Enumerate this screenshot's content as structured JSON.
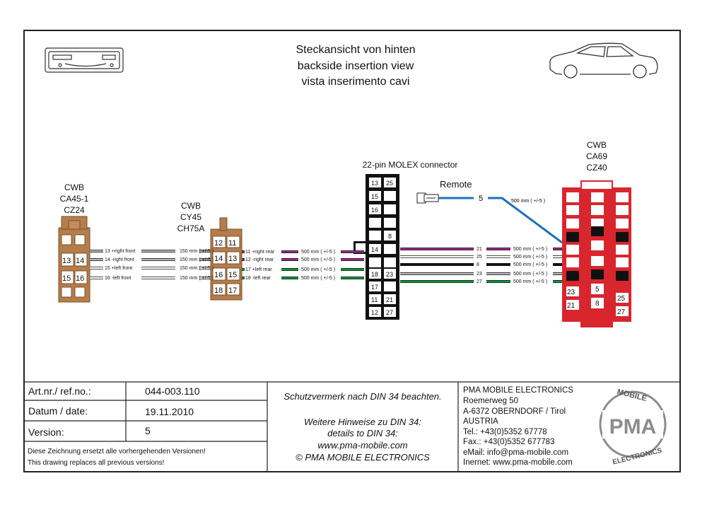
{
  "header": {
    "title_de": "Steckansicht von hinten",
    "title_en": "backside insertion view",
    "title_it": "vista inserimento cavi"
  },
  "connector_a": {
    "brand": "CWB",
    "codes": [
      "CA45-1",
      "CZ24"
    ],
    "pins": [
      "13",
      "14",
      "15",
      "16"
    ]
  },
  "connector_b": {
    "brand": "CWB",
    "codes": [
      "CY45",
      "CH75A"
    ],
    "pins": [
      "12",
      "11",
      "14",
      "13",
      "16",
      "15",
      "18",
      "17"
    ]
  },
  "wires_a_b": [
    {
      "label": "13 +right front",
      "length": "150 mm ( +/-5 )",
      "color": "#b8b8b8"
    },
    {
      "label": "14 -right front",
      "length": "150 mm ( +/-5 )",
      "color": "#b8b8b8"
    },
    {
      "label": "15 +left front",
      "length": "150 mm ( +/-5 )",
      "color": "#ffffff"
    },
    {
      "label": "16 -left front",
      "length": "150 mm ( +/-5 )",
      "color": "#ffffff"
    }
  ],
  "wires_b_molex": [
    {
      "label": "11 +right  rear",
      "length": "500 mm ( +/-5 )",
      "color": "#9b2b8f"
    },
    {
      "label": "12 -right rear",
      "length": "500 mm ( +/-5 )",
      "color": "#9b2b8f"
    },
    {
      "label": "17 +left rear",
      "length": "500 mm ( +/-5 )",
      "color": "#0e9a3c"
    },
    {
      "label": "18 -left rear",
      "length": "500 mm ( +/-5 )",
      "color": "#0e9a3c"
    }
  ],
  "molex": {
    "title": "22-pin MOLEX connector",
    "pins": [
      "13",
      "25",
      "15",
      "16",
      "8",
      "14",
      "18",
      "23",
      "17",
      "11",
      "21",
      "12",
      "27"
    ]
  },
  "remote": {
    "label": "Remote",
    "pin": "5",
    "length": "500 mm ( +/-5 )",
    "color": "#1f6fb8"
  },
  "wires_molex_c": [
    {
      "pin": "21",
      "length": "500 mm ( +/-5 )",
      "color": "#9b2b8f"
    },
    {
      "pin": "25",
      "length": "500 mm ( +/-5 )",
      "color": "#ffffff"
    },
    {
      "pin": "8",
      "length": "500 mm ( +/-5 )",
      "color": "#111111"
    },
    {
      "pin": "23",
      "length": "500 mm ( +/-5 )",
      "color": "#b8b8b8"
    },
    {
      "pin": "27",
      "length": "500 mm ( +/-5 )",
      "color": "#0e9a3c"
    }
  ],
  "connector_c": {
    "brand": "CWB",
    "codes": [
      "CA69",
      "CZ40"
    ],
    "pins": [
      "23",
      "5",
      "25",
      "21",
      "8",
      "27"
    ],
    "color": "#d9262e"
  },
  "connector_tan_color": "#b57d4c",
  "title_block": {
    "art_label": "Art.nr./ ref.no.:",
    "art_value": "044-003.110",
    "date_label": "Datum / date:",
    "date_value": "19.11.2010",
    "version_label": "Version:",
    "version_value": "5",
    "replace_de": "Diese Zeichnung ersetzt alle vorhergehenden Versionen!",
    "replace_en": "This drawing replaces all previous versions!",
    "din_note": "Schutzvermerk nach DIN 34 beachten.",
    "din_more_de": "Weitere Hinweise zu DIN 34:",
    "din_more_en": "details to DIN 34:",
    "website": "www.pma-mobile.com",
    "copyright": "© PMA MOBILE ELECTRONICS",
    "company": "PMA MOBILE ELECTRONICS",
    "street": "Roemerweg 50",
    "city": "A-6372 OBERNDORF / Tirol",
    "country": "AUSTRIA",
    "tel": "Tel.: +43(0)5352  67778",
    "fax": "Fax.: +43(0)5352  677783",
    "email": "eMail: info@pma-mobile.com",
    "internet": "Inernet: www.pma-mobile.com"
  },
  "logo": {
    "top_text": "MOBILE",
    "center_text": "PMA",
    "bottom_text": "ELECTRONICS"
  }
}
